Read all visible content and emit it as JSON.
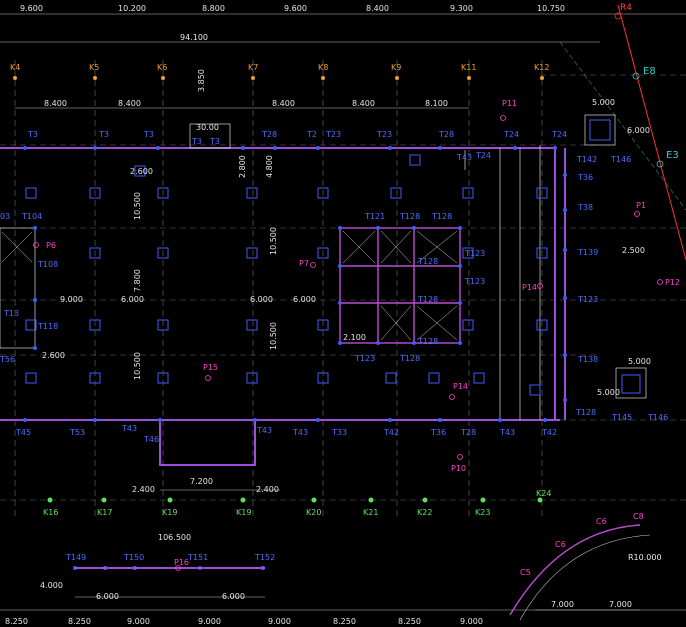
{
  "top_dims": [
    "9.600",
    "10.200",
    "8.800",
    "9.600",
    "8.400",
    "9.300",
    "10.750"
  ],
  "total_dim": "94.100",
  "bottom_dims": [
    "8.250",
    "8.250",
    "9.000",
    "9.000",
    "9.000",
    "8.250",
    "8.250",
    "9.000"
  ],
  "axes_top": [
    "K4",
    "K5",
    "K6",
    "K7",
    "K8",
    "K9",
    "K11",
    "K12"
  ],
  "axes_bottom": [
    "K16",
    "K17",
    "K19",
    "K19",
    "K20",
    "K21",
    "K22",
    "K23"
  ],
  "axis_k24": "K24",
  "axes_right": [
    "E8",
    "E3"
  ],
  "axis_r4": "R4",
  "sub_dims": [
    "8.400",
    "8.400",
    "8.400",
    "8.400",
    "8.100"
  ],
  "misc_dims": {
    "d3850": "3.850",
    "d3000": "30.00",
    "d2600": "2.600",
    "d2800": "2.800",
    "d4800": "4.800",
    "d10500a": "10.500",
    "d7800": "7.800",
    "d10500b": "10.500",
    "d10500c": "10.500",
    "d10500d": "10.500",
    "d9000": "9.000",
    "d6000a": "6.000",
    "d6000b": "6.000",
    "d6000c": "6.000",
    "d2600b": "2.600",
    "d2100": "2.100",
    "d5000a": "5.000",
    "d6000d": "6.000",
    "d2500": "2.500",
    "d5000b": "5.000",
    "d5000c": "5.000",
    "d2400a": "2.400",
    "d2400b": "2.400",
    "d7200": "7.200",
    "d106500": "106.500",
    "d4000": "4.000",
    "d6000e": "6.000",
    "d6000f": "6.000",
    "d7000a": "7.000",
    "d7000b": "7.000",
    "r10": "R10.000"
  },
  "tags": {
    "t3a": "T3",
    "t3b": "T3",
    "t3c": "T3",
    "t3d": "T3",
    "t3e": "T3",
    "t28": "T28",
    "t2": "T2",
    "t23a": "T23",
    "t23b": "T23",
    "t28b": "T28",
    "t24a": "T24",
    "t24b": "T24",
    "t24c": "T24",
    "t43": "T43",
    "t142": "T142",
    "t146": "T146",
    "t36": "T36",
    "t38": "T38",
    "t104": "T104",
    "t03": "03",
    "t108": "T108",
    "t118": "T118",
    "t13": "T13",
    "t56": "T56",
    "t121": "T121",
    "t128a": "T128",
    "t128b": "T128",
    "t123a": "T123",
    "t123b": "T123",
    "t128c": "T128",
    "t128d": "T128",
    "t139": "T139",
    "t123c": "T123",
    "t138": "T138",
    "t123d": "T123",
    "t128e": "T128",
    "t128f": "T128",
    "t45": "T45",
    "t53": "T53",
    "t43b": "T43",
    "t46": "T46",
    "t43c": "T43",
    "t43d": "T43",
    "t33": "T33",
    "t42": "T42",
    "t36b": "T36",
    "t28c": "T28",
    "t43e": "T43",
    "t42b": "T42",
    "t128g": "T128",
    "t145": "T145",
    "t146b": "T146",
    "t149": "T149",
    "t150": "T150",
    "t151": "T151",
    "t152": "T152"
  },
  "points": {
    "p11": "P11",
    "p6": "P6",
    "p7": "P7",
    "p15": "P15",
    "p14": "P14",
    "p10": "P10",
    "p12": "P12",
    "p1": "P1",
    "p14b": "P14",
    "p16": "P16"
  },
  "curve_labels": [
    "C5",
    "C6",
    "C6",
    "C8"
  ]
}
